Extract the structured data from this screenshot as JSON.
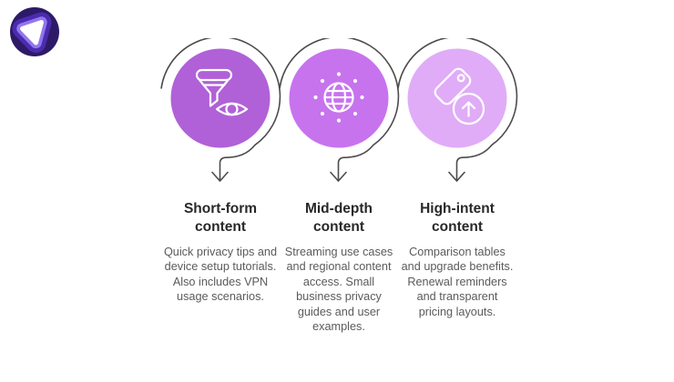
{
  "logo": {
    "name": "vpn-brand-mark",
    "outer_color": "#2d1a67",
    "ring_mid_color": "#4b2bb0",
    "ring_light_color": "#9176ee",
    "core_color": "#ffffff"
  },
  "style": {
    "outline_color": "#4c4c4c",
    "icon_stroke": "#ffffff",
    "heading_color": "#282828",
    "body_color": "#5b5b5b",
    "background": "#ffffff"
  },
  "columns": [
    {
      "id": "short-form",
      "circle_color": "#b061d7",
      "icon": "funnel-eye-icon",
      "heading": "Short-form content",
      "body": "Quick privacy tips and device setup tutorials. Also includes VPN usage scenarios."
    },
    {
      "id": "mid-depth",
      "circle_color": "#c873ee",
      "icon": "globe-network-icon",
      "heading": "Mid-depth content",
      "body": "Streaming use cases and regional content access. Small business privacy guides and user examples."
    },
    {
      "id": "high-intent",
      "circle_color": "#e0acf7",
      "icon": "price-tag-upgrade-icon",
      "heading": "High-intent content",
      "body": "Comparison tables and upgrade benefits. Renewal reminders and transparent pricing layouts."
    }
  ]
}
